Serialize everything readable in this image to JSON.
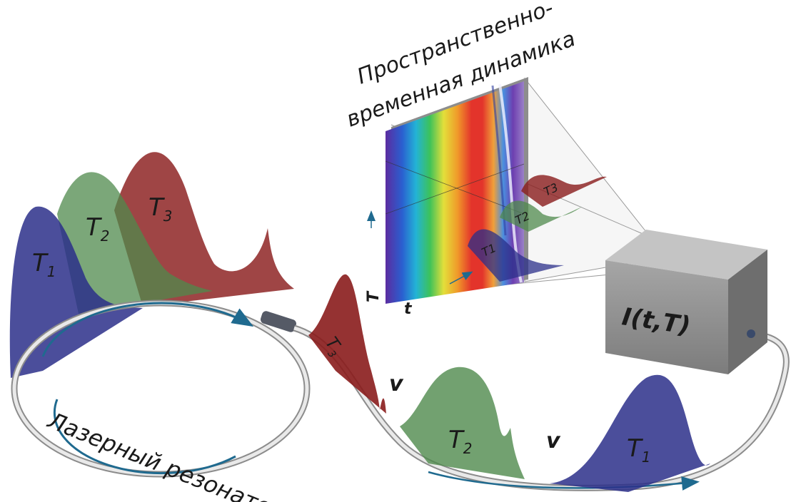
{
  "title": {
    "line1": "Пространственно-",
    "line2": "временная динамика"
  },
  "resonator_label": "Лазерный резонатор",
  "detector_label": "I(t,T)",
  "axes": {
    "vertical": "T",
    "horizontal": "t"
  },
  "pulses": {
    "T1": {
      "label_main": "T",
      "label_sub": "1"
    },
    "T2": {
      "label_main": "T",
      "label_sub": "2"
    },
    "T3": {
      "label_main": "T",
      "label_sub": "3"
    }
  },
  "comparison_signs": [
    "v",
    "v"
  ],
  "colors": {
    "T1": "#2b2f8a",
    "T2": "#4f8a4c",
    "T3": "#8a1c1c",
    "fiber": "#c9c9c9",
    "arrow": "#1f6a8f",
    "detector": "#8f8f8f"
  }
}
